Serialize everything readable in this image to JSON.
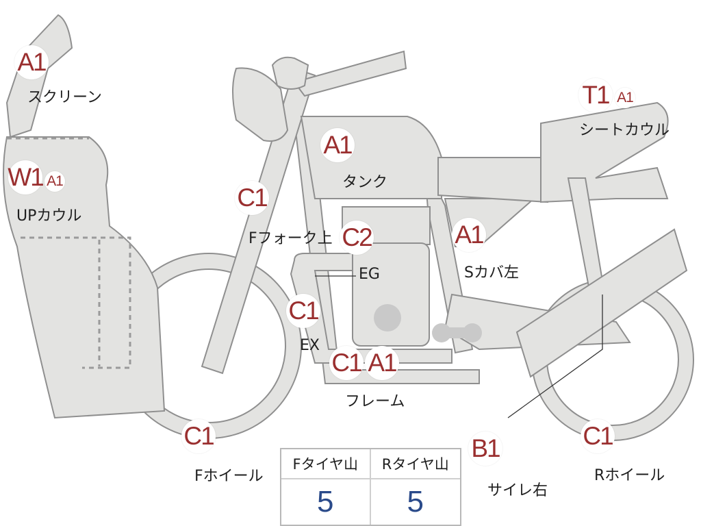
{
  "parts": [
    {
      "id": "screen",
      "label": "スクリーン",
      "grades": [
        "A1"
      ]
    },
    {
      "id": "up-cowl",
      "label": "UPカウル",
      "grades": [
        "W1",
        "A1"
      ]
    },
    {
      "id": "fork-upper",
      "label": "Fフォーク上",
      "grades": [
        "C1"
      ]
    },
    {
      "id": "tank",
      "label": "タンク",
      "grades": [
        "A1"
      ]
    },
    {
      "id": "engine",
      "label": "EG",
      "grades": [
        "C2"
      ]
    },
    {
      "id": "side-cover-left",
      "label": "Sカバ左",
      "grades": [
        "A1"
      ]
    },
    {
      "id": "seat-cowl",
      "label": "シートカウル",
      "grades": [
        "T1",
        "A1"
      ]
    },
    {
      "id": "exhaust",
      "label": "EX",
      "grades": [
        "C1"
      ]
    },
    {
      "id": "frame",
      "label": "フレーム",
      "grades": [
        "C1",
        "A1"
      ]
    },
    {
      "id": "front-wheel",
      "label": "Fホイール",
      "grades": [
        "C1"
      ]
    },
    {
      "id": "silencer-right",
      "label": "サイレ右",
      "grades": [
        "B1"
      ]
    },
    {
      "id": "rear-wheel",
      "label": "Rホイール",
      "grades": [
        "C1"
      ]
    }
  ],
  "tire_tread": {
    "front_header": "Fタイヤ山",
    "rear_header": "Rタイヤ山",
    "front_value": "5",
    "rear_value": "5"
  },
  "colors": {
    "grade_text": "#9a2f2f",
    "tread_value": "#2a4a8a",
    "part_fill": "#e3e3e1"
  }
}
